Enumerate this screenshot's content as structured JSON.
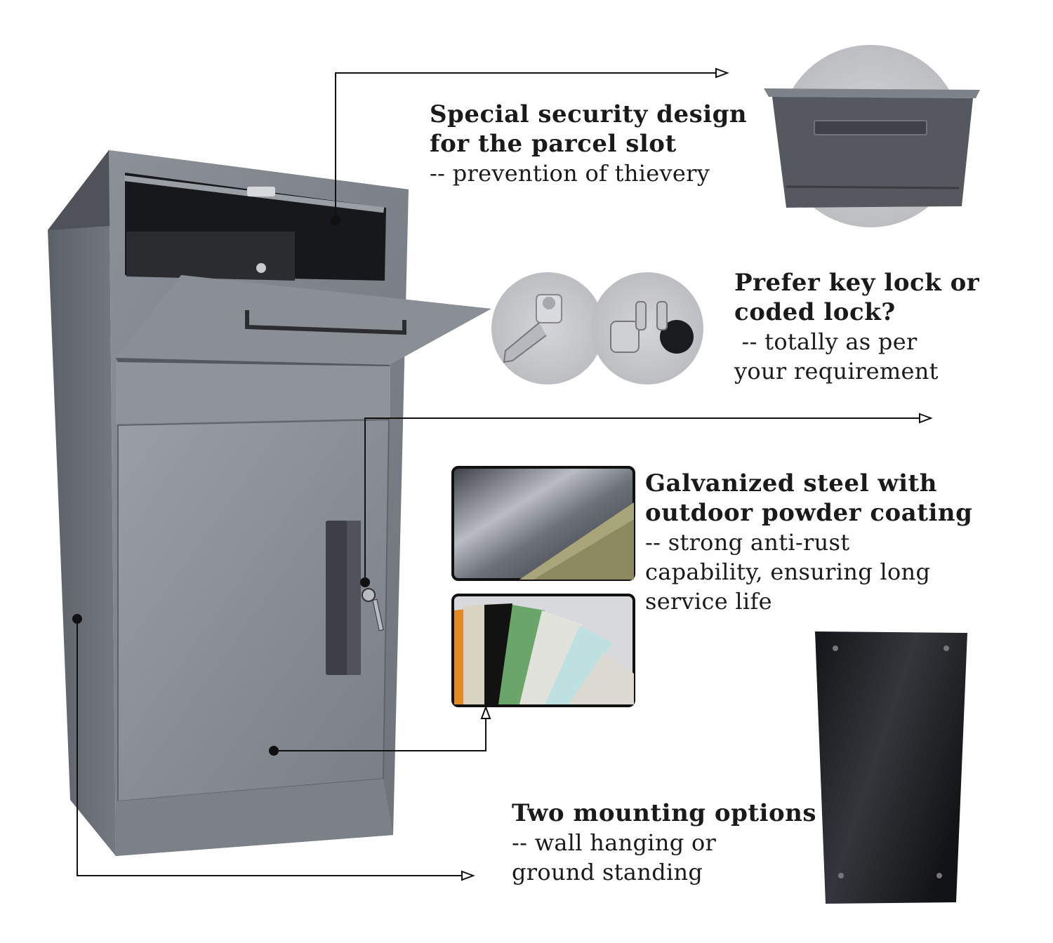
{
  "features": {
    "security": {
      "title_line1": "Special security design",
      "title_line2": "for the parcel slot",
      "sub_line1": "-- prevention of thievery"
    },
    "lock": {
      "title_line1": "Prefer key lock or",
      "title_line2": "coded lock?",
      "sub_line1": " -- totally as per",
      "sub_line2": "your requirement"
    },
    "steel": {
      "title_line1": "Galvanized steel with",
      "title_line2": "outdoor powder coating",
      "sub_line1": "-- strong anti-rust",
      "sub_line2": "capability, ensuring long",
      "sub_line3": "service life"
    },
    "mounting": {
      "title_line1": "Two mounting options",
      "sub_line1": "-- wall hanging or",
      "sub_line2": "ground standing"
    }
  },
  "colors": {
    "cabinet_body": "#7d8189",
    "cabinet_dark": "#3a3d42",
    "door": "#8a8e96",
    "back_panel": "#1c1d20",
    "pointer_line": "#111111",
    "circle_bg": "#c4c5c8"
  }
}
